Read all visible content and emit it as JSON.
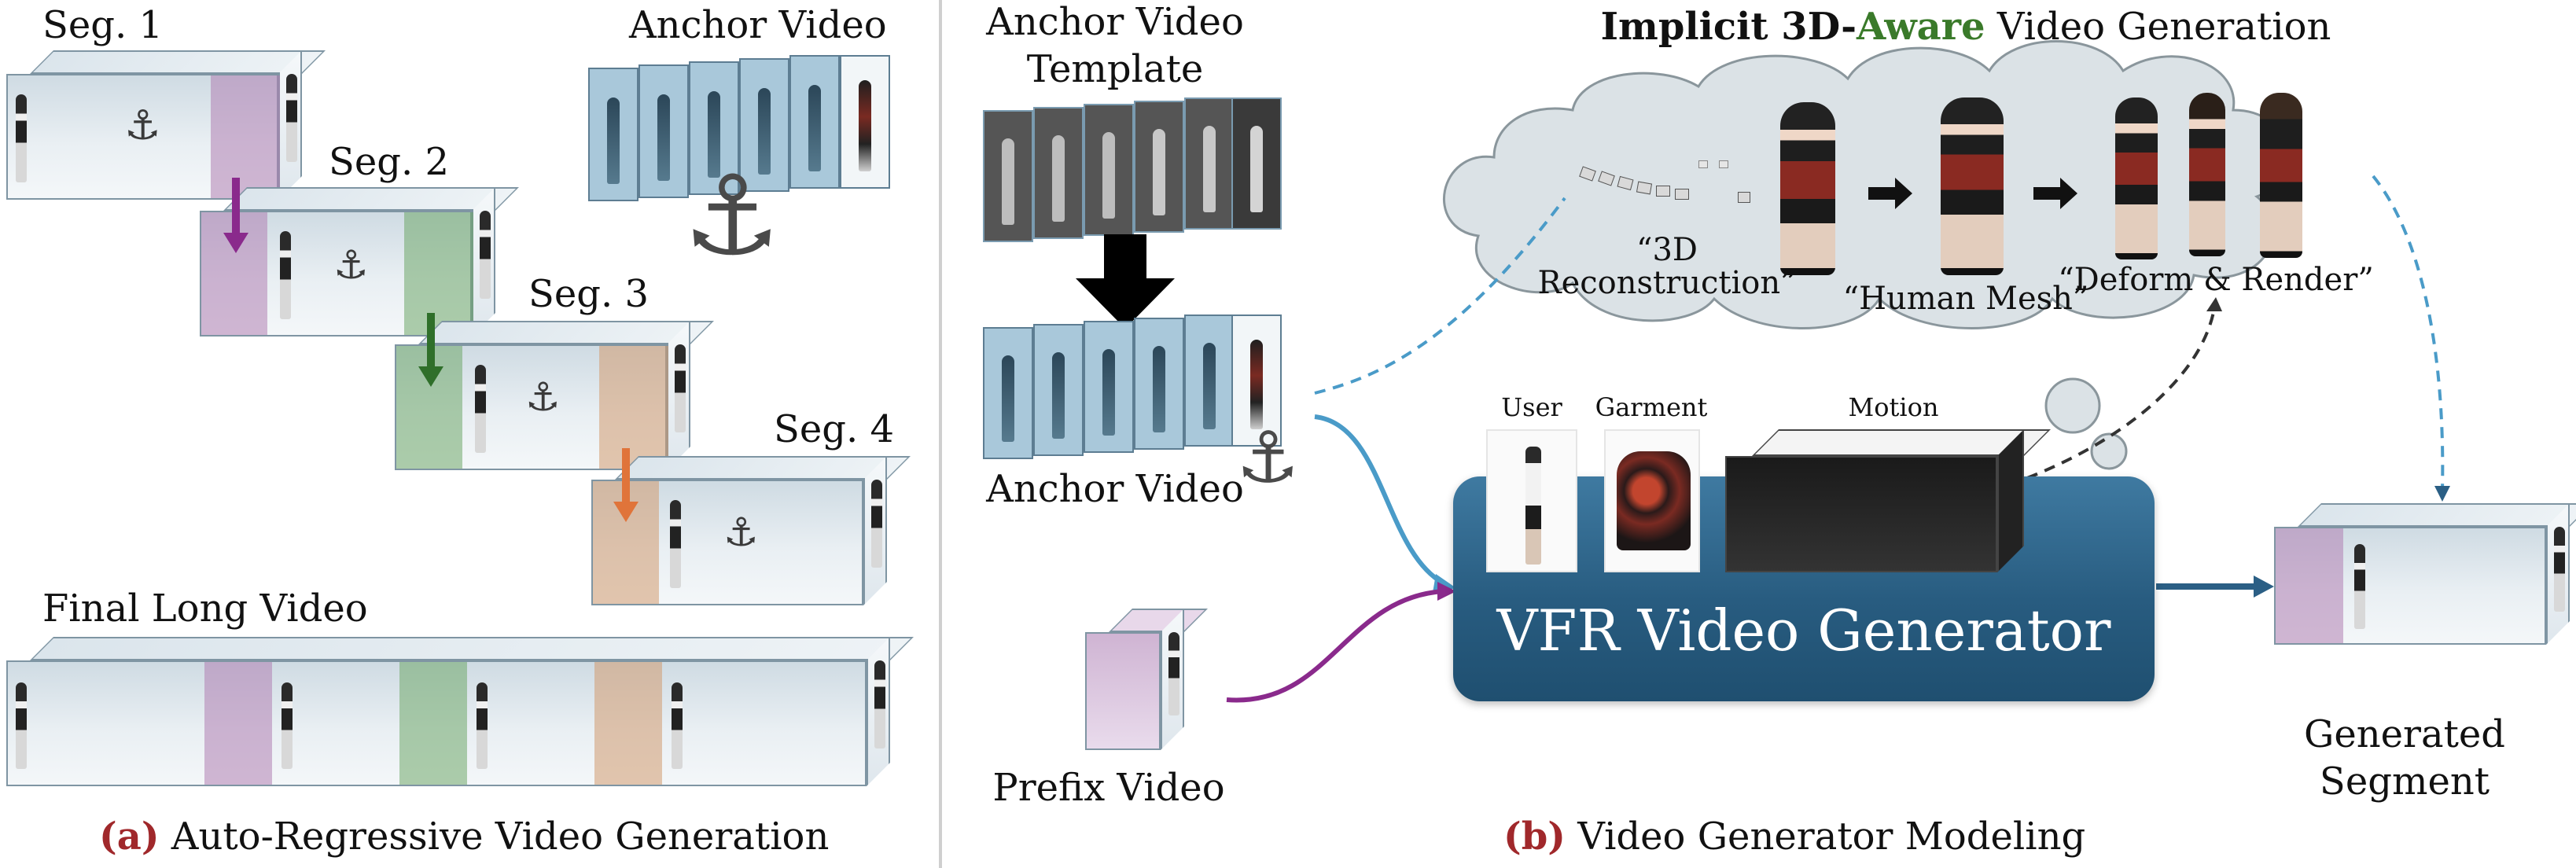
{
  "left_panel": {
    "seg1": "Seg. 1",
    "seg2": "Seg. 2",
    "seg3": "Seg. 3",
    "seg4": "Seg. 4",
    "anchor_video": "Anchor Video",
    "final_long_video": "Final Long Video",
    "caption_prefix": "(a)",
    "caption_text": "Auto-Regressive Video Generation"
  },
  "right_panel": {
    "anchor_template_line1": "Anchor Video",
    "anchor_template_line2": "Template",
    "anchor_video": "Anchor Video",
    "prefix_video": "Prefix Video",
    "generated_line1": "Generated",
    "generated_line2": "Segment",
    "user": "User",
    "garment": "Garment",
    "motion": "Motion",
    "generator": "VFR Video Generator",
    "cloud_title_part1": "Implicit 3D-",
    "cloud_title_part2": "Aware",
    "cloud_title_part3": " Video Generation",
    "recon_line1": "“3D",
    "recon_line2": "Reconstruction”",
    "human_mesh": "“Human Mesh”",
    "deform_render": "“Deform & Render”",
    "caption_prefix": "(b)",
    "caption_text": "Video Generator Modeling"
  },
  "colors": {
    "caption_accent": "#a0282b",
    "aware_green": "#3a7a2a",
    "band_purple": "#b17fb3",
    "band_green": "#6fa86a",
    "band_orange": "#d29a6f",
    "arrow_purple": "#8a2a8c",
    "arrow_green": "#2f6f2a",
    "arrow_orange": "#e0743a",
    "generator_blue": "#2b5f85",
    "link_blue": "#4a9bc8"
  },
  "icons": [
    "anchor-icon",
    "down-arrow-icon",
    "cloud-icon",
    "thought-bubble-icon"
  ]
}
